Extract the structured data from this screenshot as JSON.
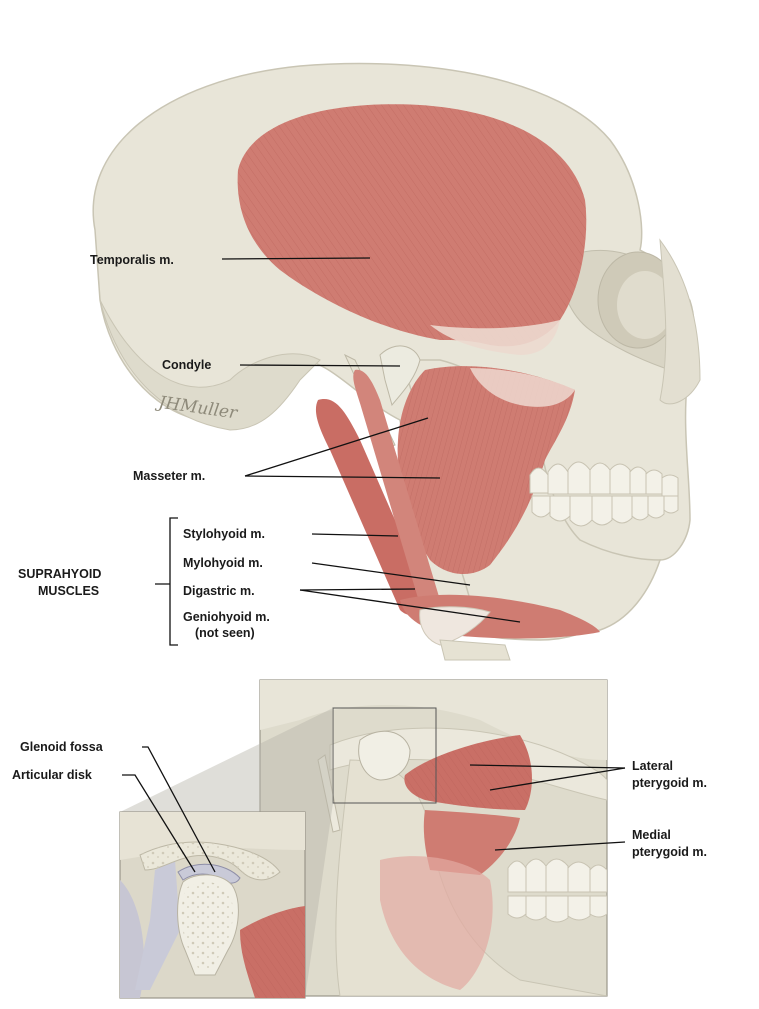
{
  "labels": {
    "temporalis": "Temporalis m.",
    "condyle": "Condyle",
    "masseter": "Masseter m.",
    "stylohyoid": "Stylohyoid m.",
    "mylohyoid": "Mylohyoid m.",
    "digastric": "Digastric m.",
    "geniohyoid": "Geniohyoid m.",
    "not_seen": "(not seen)",
    "suprahyoid_1": "SUPRAHYOID",
    "suprahyoid_2": "MUSCLES",
    "glenoid_fossa": "Glenoid fossa",
    "articular_disk": "Articular disk",
    "lateral_1": "Lateral",
    "lateral_2": "pterygoid m.",
    "medial_1": "Medial",
    "medial_2": "pterygoid m."
  },
  "signature": "JHMuller",
  "colors": {
    "bone": "#e8e5d8",
    "bone_shadow": "#c9c5b4",
    "muscle": "#cf7c72",
    "muscle_dark": "#b45f57",
    "teeth": "#f3f1e8",
    "cartilage": "#c9cad8"
  }
}
